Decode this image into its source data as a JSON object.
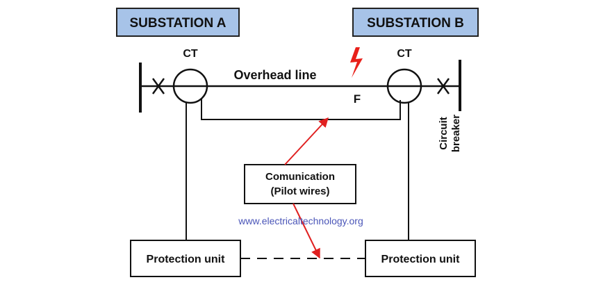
{
  "substations": {
    "a_label": "SUBSTATION A",
    "b_label": "SUBSTATION B",
    "box_fill": "#a7c3e8"
  },
  "ct": {
    "left_label": "CT",
    "right_label": "CT"
  },
  "line": {
    "label": "Overhead line"
  },
  "fault": {
    "label": "F",
    "icon": "lightning-bolt-icon",
    "color": "#e8201a"
  },
  "circuit_breaker": {
    "line1": "Circuit",
    "line2": "breaker"
  },
  "communication": {
    "line1": "Comunication",
    "line2": "(Pilot wires)"
  },
  "protection_units": {
    "left_label": "Protection unit",
    "right_label": "Protection unit"
  },
  "watermark": {
    "text": "www.electricaltechnology.org",
    "color": "#4a55b8"
  },
  "colors": {
    "arrow": "#e02020",
    "stroke": "#111111"
  }
}
